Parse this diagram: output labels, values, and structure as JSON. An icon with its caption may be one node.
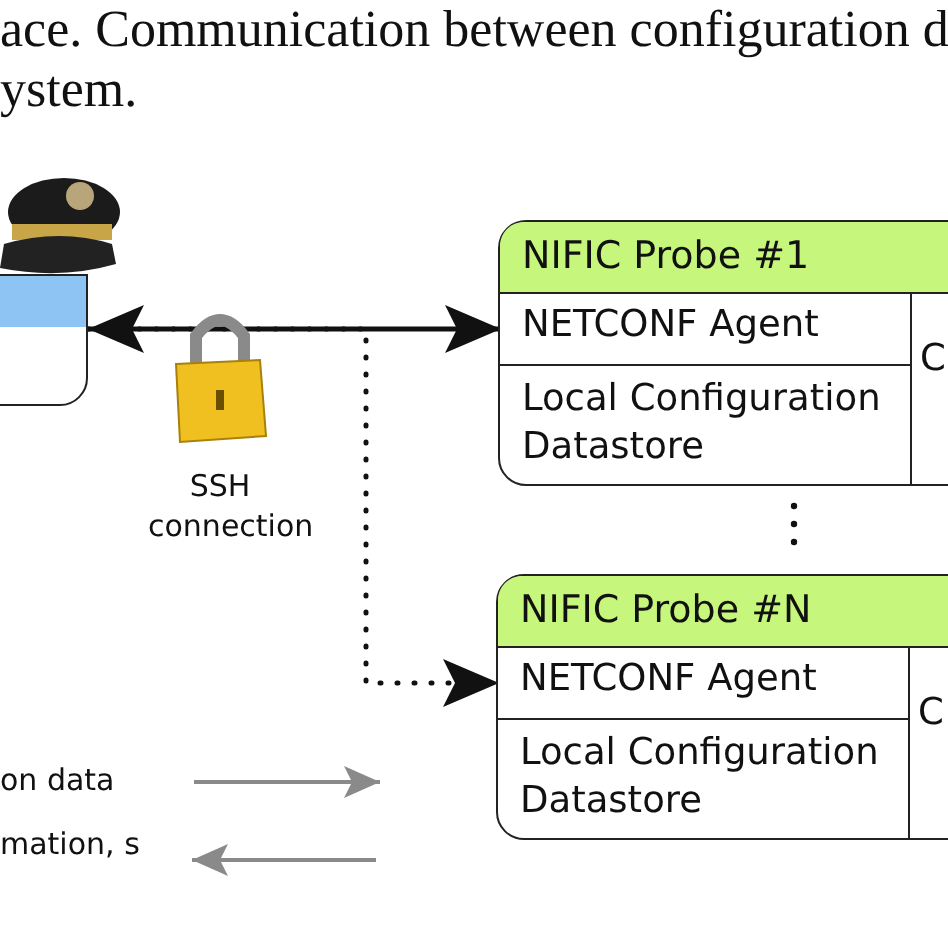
{
  "diagram": {
    "nodes": [
      {
        "text": [],
        "shape": "box"
      },
      {
        "text": [
          "NIFIC Probe #1"
        ]
      },
      {
        "text": [
          "NETCONF Agent"
        ],
        "in": 1
      },
      {
        "text": [
          "Local Configuration Datastore"
        ],
        "in": 1
      },
      {
        "text": [
          "C"
        ],
        "in": 1
      },
      {
        "text": [
          "NIFIC Probe #N"
        ]
      },
      {
        "text": [
          "NETCONF Agent"
        ],
        "in": 5
      },
      {
        "text": [
          "Local Configuration Datastore"
        ],
        "in": 5
      },
      {
        "text": [
          "C"
        ],
        "in": 5
      }
    ],
    "edges": [
      {
        "from": 0,
        "to": 2,
        "arrow": "both"
      },
      {
        "from": 0,
        "to": 6,
        "arrow": "to",
        "style": "dashed"
      }
    ],
    "labels": [
      "ace. Communication between configuration d",
      "ystem.",
      "SSH connection"
    ],
    "legend": [
      {
        "text": "on data"
      },
      {
        "text": "mation, s"
      }
    ]
  }
}
